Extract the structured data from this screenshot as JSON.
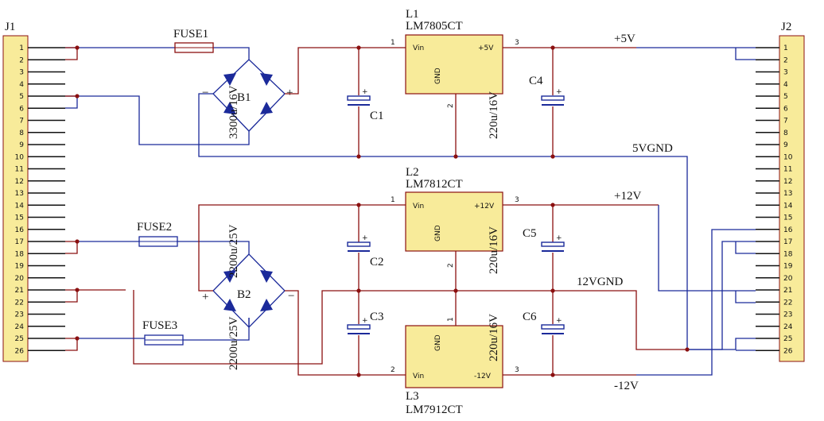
{
  "colors": {
    "background": "#ffffff",
    "wire_blue": "#1b2a9a",
    "wire_red": "#8b1010",
    "chip_fill": "#f8eb9a",
    "chip_stroke": "#8b1010",
    "text": "#111111",
    "junction": "#8b1010"
  },
  "connectors": {
    "j1": {
      "name": "J1",
      "pins": [
        "1",
        "2",
        "3",
        "4",
        "5",
        "6",
        "7",
        "8",
        "9",
        "10",
        "11",
        "12",
        "13",
        "14",
        "15",
        "16",
        "17",
        "18",
        "19",
        "20",
        "21",
        "22",
        "23",
        "24",
        "25",
        "26"
      ]
    },
    "j2": {
      "name": "J2",
      "pins": [
        "1",
        "2",
        "3",
        "4",
        "5",
        "6",
        "7",
        "8",
        "9",
        "10",
        "11",
        "12",
        "13",
        "14",
        "15",
        "16",
        "17",
        "18",
        "19",
        "20",
        "21",
        "22",
        "23",
        "24",
        "25",
        "26"
      ]
    }
  },
  "fuses": {
    "fuse1": "FUSE1",
    "fuse2": "FUSE2",
    "fuse3": "FUSE3"
  },
  "bridges": {
    "b1": {
      "name": "B1",
      "plus": "+",
      "minus": "−"
    },
    "b2": {
      "name": "B2",
      "plus": "+",
      "minus": "−"
    }
  },
  "regulators": {
    "l1": {
      "ref": "L1",
      "part": "LM7805CT",
      "vin": "Vin",
      "vout": "+5V",
      "gnd": "GND",
      "pin_in": "1",
      "pin_gnd": "2",
      "pin_out": "3"
    },
    "l2": {
      "ref": "L2",
      "part": "LM7812CT",
      "vin": "Vin",
      "vout": "+12V",
      "gnd": "GND",
      "pin_in": "1",
      "pin_gnd": "2",
      "pin_out": "3"
    },
    "l3": {
      "ref": "L3",
      "part": "LM7912CT",
      "vin": "Vin",
      "vout": "-12V",
      "gnd": "GND",
      "pin_in": "2",
      "pin_gnd": "1",
      "pin_out": "3"
    }
  },
  "capacitors": {
    "c1": {
      "name": "C1",
      "value": "3300u/16V"
    },
    "c2": {
      "name": "C2",
      "value": "2200u/25V"
    },
    "c3": {
      "name": "C3",
      "value": "2200u/25V"
    },
    "c4": {
      "name": "C4",
      "value": "220u/16V"
    },
    "c5": {
      "name": "C5",
      "value": "220u/16V"
    },
    "c6": {
      "name": "C6",
      "value": "220u/16V"
    },
    "plus_mark": "+"
  },
  "nets": {
    "p5v": "+5V",
    "gnd5": "5VGND",
    "p12v": "+12V",
    "gnd12": "12VGND",
    "n12v": "-12V"
  }
}
